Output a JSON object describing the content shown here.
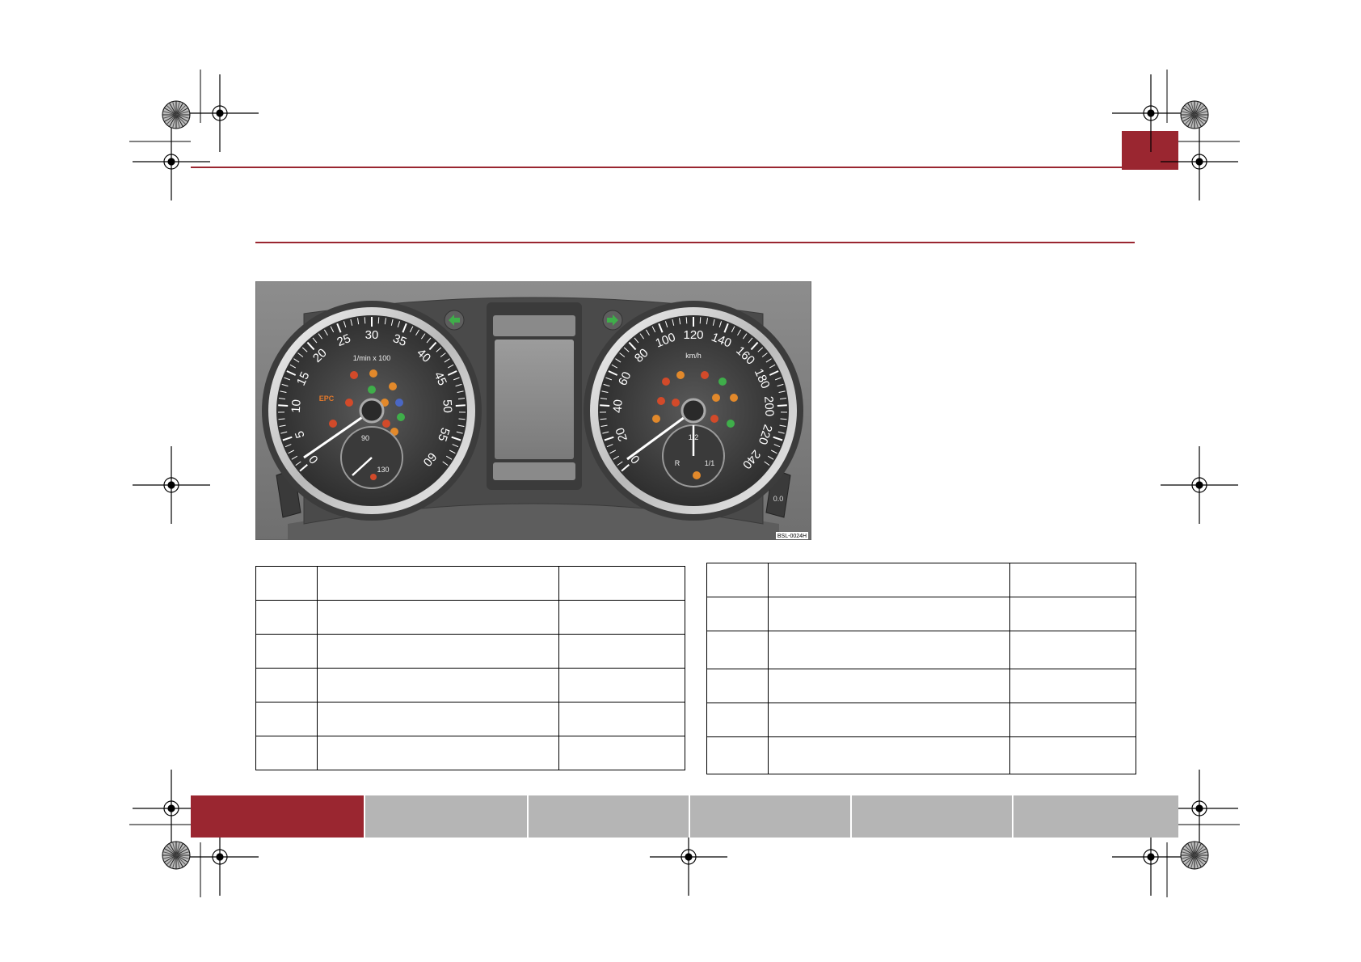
{
  "page": {
    "header_tab_color": "#9a2630",
    "rule_color": "#9a2630"
  },
  "figure": {
    "image_code": "BSL-0024H",
    "tachometer": {
      "ticks": [
        "0",
        "5",
        "10",
        "15",
        "20",
        "25",
        "30",
        "35",
        "40",
        "45",
        "50",
        "55",
        "60"
      ],
      "unit": "1/min x 100",
      "warning_label": "EPC",
      "temp_ticks": [
        "90",
        "130"
      ]
    },
    "speedometer": {
      "ticks": [
        "0",
        "20",
        "40",
        "60",
        "80",
        "100",
        "120",
        "140",
        "160",
        "180",
        "200",
        "220",
        "240"
      ],
      "unit": "km/h",
      "fuel_ticks": [
        "1/2",
        "R",
        "1/1"
      ],
      "trip_button_label": "0.0"
    },
    "turn_left_icon": "arrow-left-icon",
    "turn_right_icon": "arrow-right-icon"
  },
  "tables": {
    "left_rows": 6,
    "right_rows": 6
  },
  "navbar": {
    "segments": 6,
    "active_color": "#9a2630",
    "inactive_color": "#b5b5b5"
  }
}
